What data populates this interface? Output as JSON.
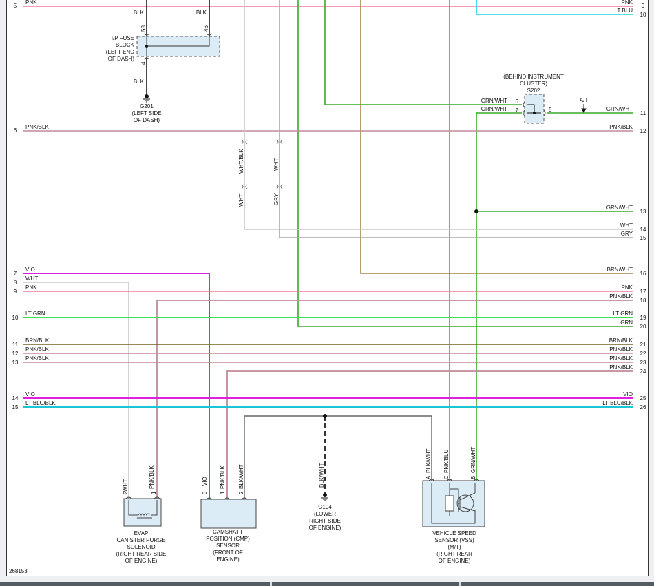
{
  "diagram_id": "268153",
  "left_pins": [
    "5",
    "6",
    "7",
    "8",
    "9",
    "10",
    "11",
    "12",
    "13",
    "14",
    "15"
  ],
  "right_pins": [
    "9",
    "10",
    "11",
    "12",
    "13",
    "14",
    "15",
    "16",
    "17",
    "18",
    "19",
    "20",
    "21",
    "22",
    "23",
    "24",
    "25",
    "26"
  ],
  "wires": {
    "pnk_top_left": "PNK",
    "pnk_top_right": "PNK",
    "ltblu_top_right": "LT BLU",
    "blk_a": "BLK",
    "blk_b": "BLK",
    "blk_c": "BLK",
    "grnwht_6": "GRN/WHT",
    "grnwht_7": "GRN/WHT",
    "grnwht_11": "GRN/WHT",
    "pnkblk_6": "PNK/BLK",
    "pnkblk_12": "PNK/BLK",
    "whtblk": "WHT/BLK",
    "wht_up": "WHT",
    "wht_down": "WHT",
    "gry": "GRY",
    "grnwht_13": "GRN/WHT",
    "wht_14": "WHT",
    "gry_15": "GRY",
    "brnwht_16": "BRN/WHT",
    "vio_7": "VIO",
    "wht_8": "WHT",
    "pnk_9": "PNK",
    "pnk_17": "PNK",
    "pnkblk_18": "PNK/BLK",
    "ltgrn_10": "LT GRN",
    "ltgrn_19": "LT GRN",
    "grn_20": "GRN",
    "brnblk_11": "BRN/BLK",
    "brnblk_21": "BRN/BLK",
    "pnkblk_l12": "PNK/BLK",
    "pnkblk_22": "PNK/BLK",
    "pnkblk_l13": "PNK/BLK",
    "pnkblk_23": "PNK/BLK",
    "pnkblk_24": "PNK/BLK",
    "vio_14": "VIO",
    "vio_25": "VIO",
    "ltblublk_15": "LT BLU/BLK",
    "ltblublk_26": "LT BLU/BLK",
    "evap_wht": "WHT",
    "evap_pnkblk": "PNK/BLK",
    "cmp_vio": "VIO",
    "cmp_pnkblk": "PNK/BLK",
    "cmp_blkwht": "BLK/WHT",
    "g104_blkwht": "BLK/WHT",
    "vss_blkwht": "BLK/WHT",
    "vss_pnkblu": "PNK/BLU",
    "vss_grnwht": "GRN/WHT",
    "at": "A/T"
  },
  "pins": {
    "fuse_58": "58",
    "fuse_46": "46",
    "fuse_4": "4",
    "s202_6": "6",
    "s202_7": "7",
    "s202_5": "5",
    "evap_2": "2",
    "evap_1": "1",
    "cmp_3": "3",
    "cmp_1": "1",
    "cmp_2": "2",
    "vss_a": "A",
    "vss_c": "C",
    "vss_b": "B"
  },
  "components": {
    "fuse_block": [
      "I/P FUSE",
      "BLOCK",
      "(LEFT END",
      "OF DASH)"
    ],
    "g201": [
      "G201",
      "(LEFT SIDE",
      "OF DASH)"
    ],
    "s202": [
      "(BEHIND INSTRUMENT",
      "CLUSTER)",
      "S202"
    ],
    "g104": [
      "G104",
      "(LOWER",
      "RIGHT SIDE",
      "OF ENGINE)"
    ],
    "evap": [
      "EVAP",
      "CANISTER PURGE",
      "SOLENOID",
      "(RIGHT REAR SIDE",
      "OF ENGINE)"
    ],
    "cmp": [
      "CAMSHAFT",
      "POSITION (CMP)",
      "SENSOR",
      "(FRONT OF",
      "ENGINE)"
    ],
    "vss": [
      "VEHICLE SPEED",
      "SENSOR (VSS)",
      "(M/T)",
      "(RIGHT REAR",
      "OF ENGINE)"
    ]
  },
  "colors": {
    "pnk": "#f07a9a",
    "ltblu": "#18d6e6",
    "blk": "#333333",
    "grn": "#3aa82a",
    "pnkblk": "#c08a98",
    "wht": "#c8c8c8",
    "gry": "#a9a9a9",
    "brnwht": "#a3854e",
    "vio": "#e020e0",
    "ltgrn": "#3ce050",
    "brnblk": "#756024",
    "pnkblu": "#c050e0",
    "box": "#dcecf6"
  }
}
